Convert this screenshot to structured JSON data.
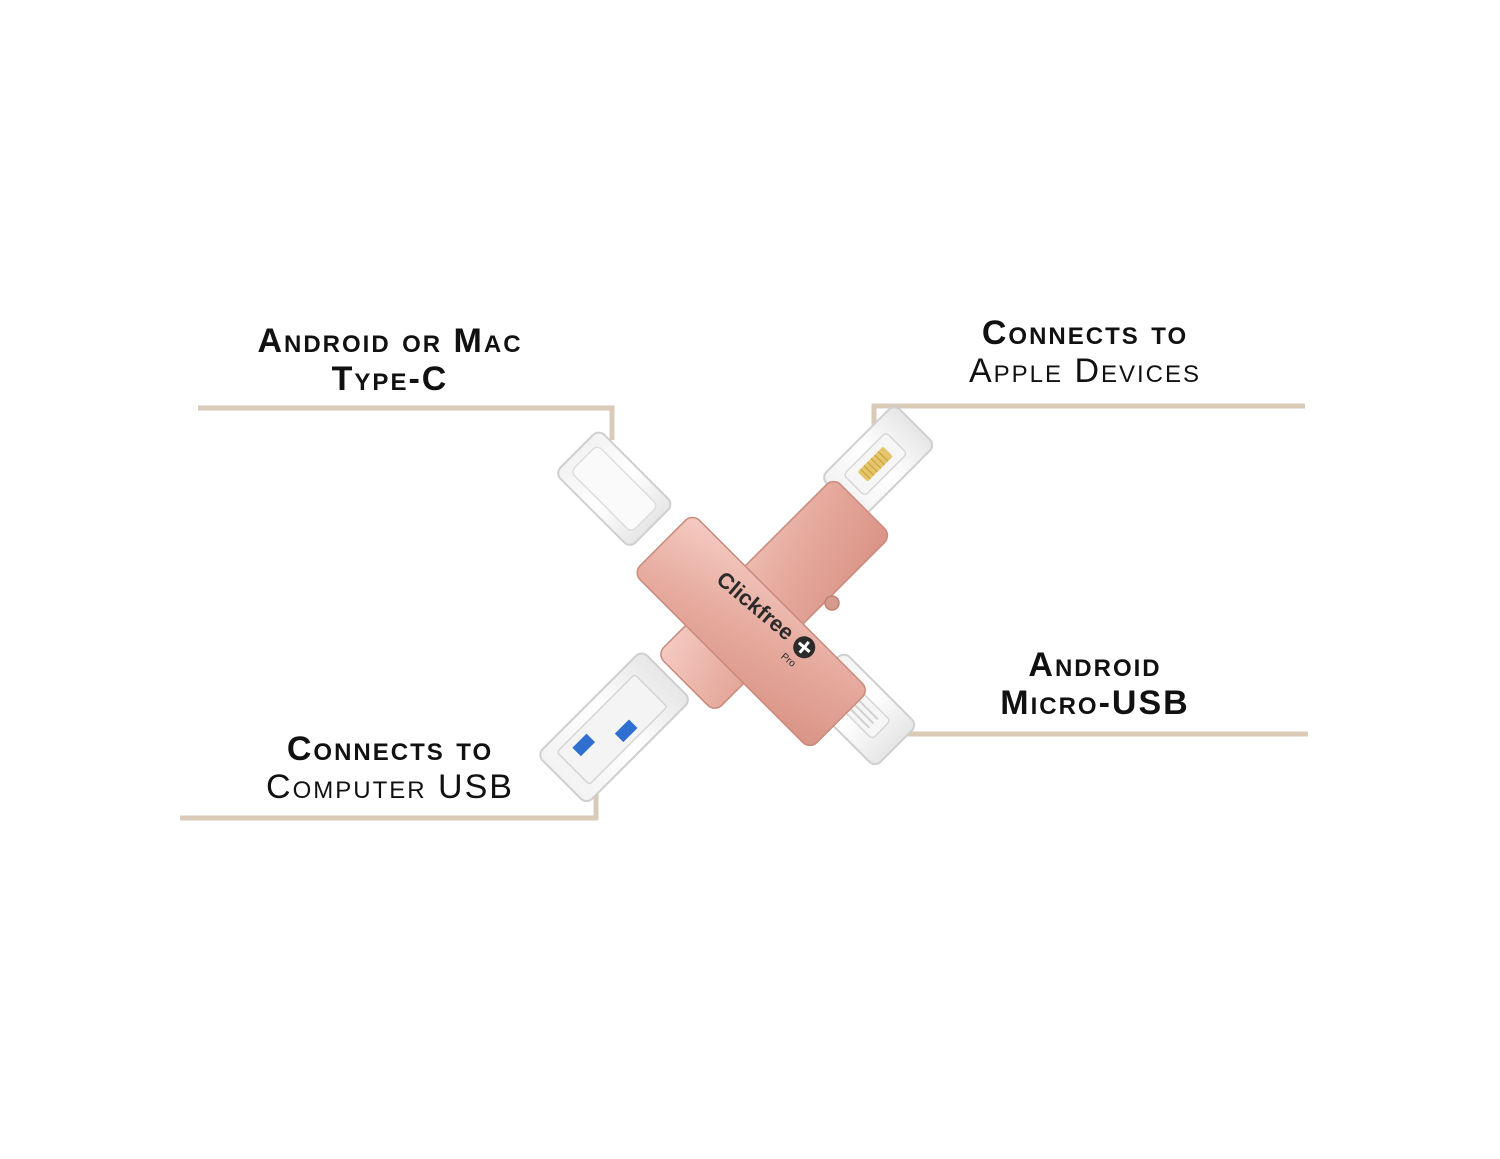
{
  "labels": {
    "type_c": {
      "line1": "Android or Mac",
      "line2": "Type-C"
    },
    "apple": {
      "line1": "Connects to",
      "line2": "Apple Devices"
    },
    "micro_usb": {
      "line1": "Android",
      "line2": "Micro-USB"
    },
    "computer_usb": {
      "line1": "Connects to",
      "line2": "Computer USB"
    }
  },
  "device": {
    "brand": "Clickfree",
    "model": "Pro"
  },
  "colors": {
    "leader_line": "#d9cbb7",
    "body_rose_gold": "#e7b0a5",
    "usb_blue": "#2f6fd0"
  }
}
